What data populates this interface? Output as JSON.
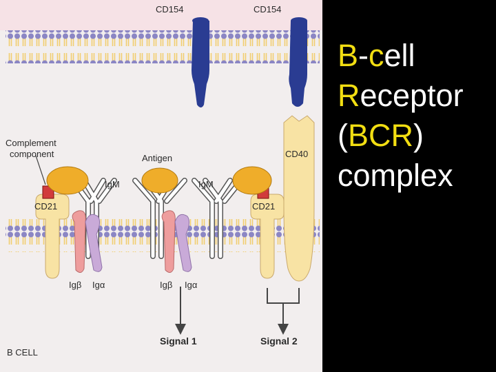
{
  "diagram": {
    "labels": {
      "cd154_left": "CD154",
      "cd154_right": "CD154",
      "complement": "Complement",
      "component": "component",
      "antigen": "Antigen",
      "igm_left": "IgM",
      "igm_right": "IgM",
      "cd21_left": "CD21",
      "cd21_right": "CD21",
      "cd40": "CD40",
      "igb_left": "Igβ",
      "iga_left": "Igα",
      "igb_right": "Igβ",
      "iga_right": "Igα",
      "signal1": "Signal 1",
      "signal2": "Signal 2",
      "bcell": "B CELL"
    },
    "colors": {
      "background": "#f2eeee",
      "membrane_head": "#8b86c4",
      "membrane_tail": "#f1ce6e",
      "cd154": "#2a3c92",
      "receptor_fill": "#f8e3a4",
      "antigen": "#efad2a",
      "complement": "#d13b3b",
      "ig_beta": "#ee9d9d",
      "ig_alpha": "#c9aad8"
    }
  },
  "title": {
    "line1_hl": "B",
    "line1_mid": "-",
    "line1_hl2": "c",
    "line1_rest": "ell",
    "line2_hl": "R",
    "line2_rest": "eceptor",
    "line3_open": "(",
    "line3_hl": "BCR",
    "line3_close": ")",
    "line4": "complex"
  }
}
